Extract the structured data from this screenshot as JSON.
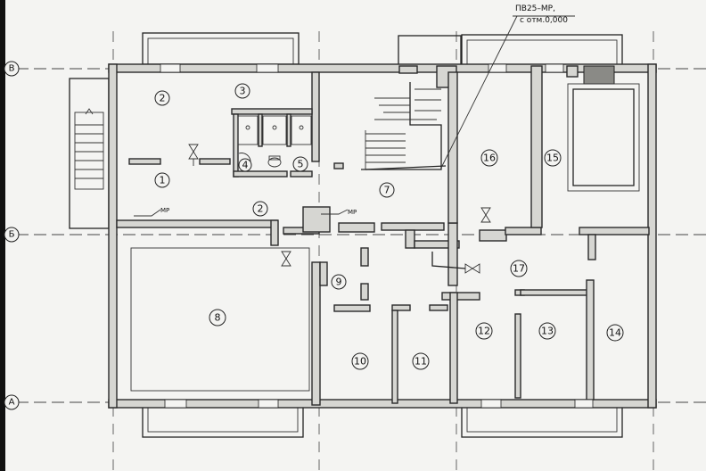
{
  "axes": [
    {
      "id": "axis-v",
      "label": "В"
    },
    {
      "id": "axis-b",
      "label": "Б"
    },
    {
      "id": "axis-a",
      "label": "А"
    }
  ],
  "rooms": [
    "1",
    "2",
    "3",
    "4",
    "5",
    "7",
    "2",
    "8",
    "9",
    "10",
    "11",
    "12",
    "13",
    "14",
    "15",
    "16",
    "17"
  ],
  "annotation": {
    "line1": "ПВ25–МР,",
    "line2": "с отм.0,000"
  },
  "pipe_labels": [
    "МР",
    "МР"
  ]
}
